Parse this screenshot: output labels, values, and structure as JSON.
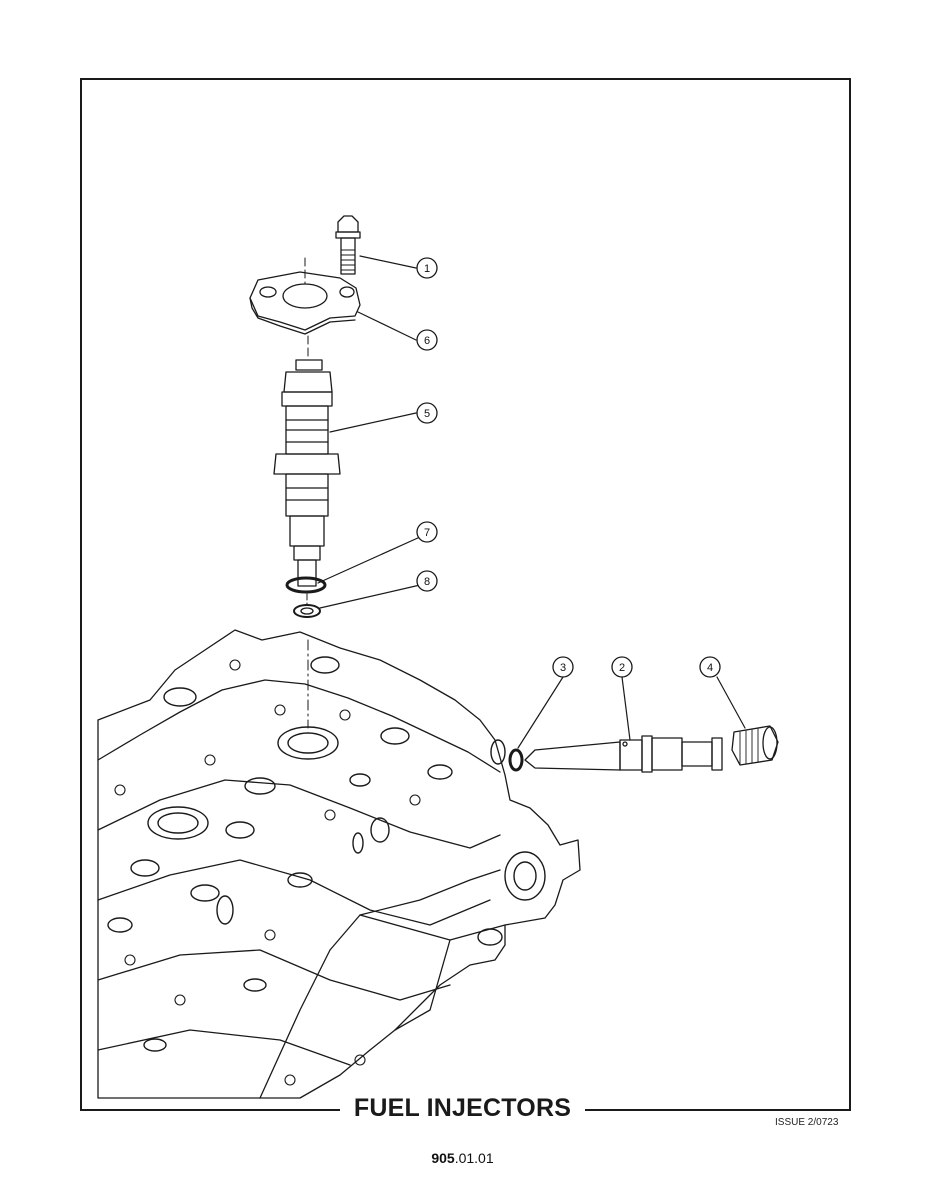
{
  "title": "FUEL INJECTORS",
  "issue": "ISSUE 2/0723",
  "page_number": {
    "major": "905",
    "minor": ".01.01"
  },
  "callouts": [
    {
      "id": "callout-1",
      "label": "1"
    },
    {
      "id": "callout-2",
      "label": "2"
    },
    {
      "id": "callout-3",
      "label": "3"
    },
    {
      "id": "callout-4",
      "label": "4"
    },
    {
      "id": "callout-5",
      "label": "5"
    },
    {
      "id": "callout-6",
      "label": "6"
    },
    {
      "id": "callout-7",
      "label": "7"
    },
    {
      "id": "callout-8",
      "label": "8"
    }
  ]
}
